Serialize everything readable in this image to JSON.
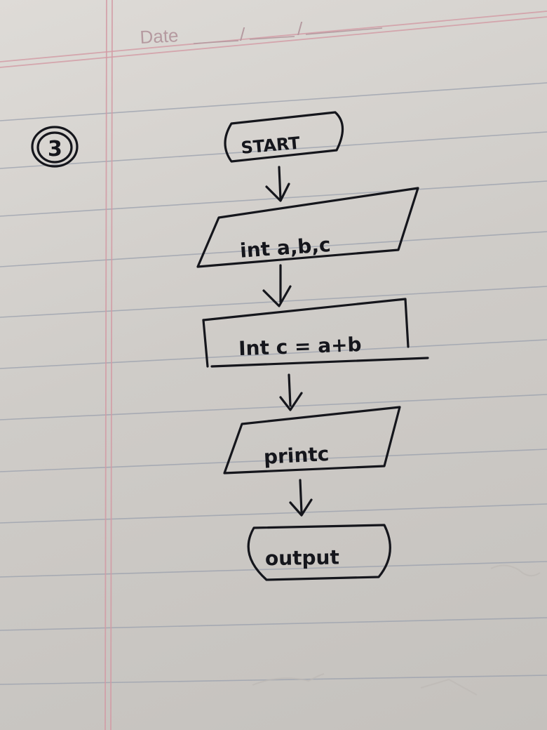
{
  "header": {
    "date_label": "Date",
    "date_separators": [
      "/",
      "/"
    ]
  },
  "question": {
    "number": "3"
  },
  "flowchart": {
    "nodes": [
      {
        "id": "start",
        "shape": "terminator",
        "label": "START"
      },
      {
        "id": "input",
        "shape": "parallelogram",
        "label": "int a,b,c"
      },
      {
        "id": "process",
        "shape": "rectangle",
        "label": "Int c = a+b"
      },
      {
        "id": "print",
        "shape": "parallelogram",
        "label": "printc"
      },
      {
        "id": "output",
        "shape": "terminator",
        "label": "output"
      }
    ],
    "edges": [
      {
        "from": "start",
        "to": "input"
      },
      {
        "from": "input",
        "to": "process"
      },
      {
        "from": "process",
        "to": "print"
      },
      {
        "from": "print",
        "to": "output"
      }
    ]
  },
  "colors": {
    "ink": "#15161c",
    "rule_line": "#9aa0ad",
    "margin_line": "#d39aa4",
    "date_text": "#b59aa0"
  }
}
